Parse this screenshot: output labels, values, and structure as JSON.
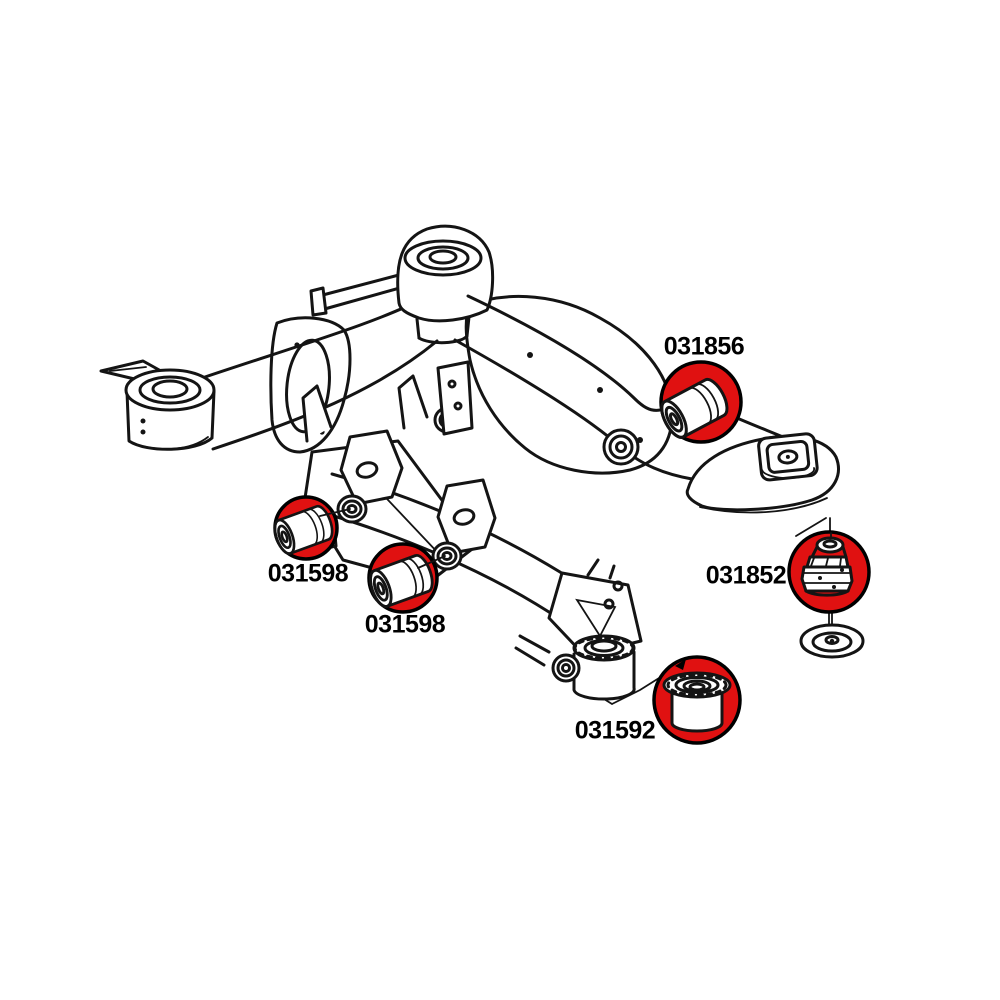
{
  "diagram": {
    "background_color": "#ffffff",
    "highlight_color": "#e01111",
    "line_color": "#141414",
    "callouts": [
      {
        "part_number": "031856",
        "highlighted_part": "upper-crossmember-bushing"
      },
      {
        "part_number": "031598",
        "highlighted_part": "front-bracket-bushing-left"
      },
      {
        "part_number": "031598",
        "highlighted_part": "front-bracket-bushing-right"
      },
      {
        "part_number": "031852",
        "highlighted_part": "rear-subframe-mount-bushing"
      },
      {
        "part_number": "031592",
        "highlighted_part": "hub-carrier-bushing"
      }
    ]
  }
}
